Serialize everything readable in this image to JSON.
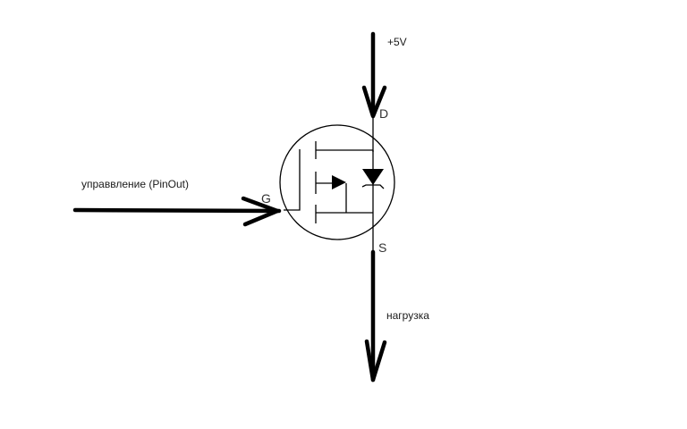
{
  "diagram": {
    "type": "n-channel-mosfet-switch",
    "labels": {
      "supply": "+5V",
      "drain": "D",
      "gate": "G",
      "source": "S",
      "control": "управвление (PinOut)",
      "load": "нагрузка"
    },
    "colors": {
      "line": "#000000",
      "text": "#1a1a1a",
      "background": "#ffffff"
    }
  }
}
